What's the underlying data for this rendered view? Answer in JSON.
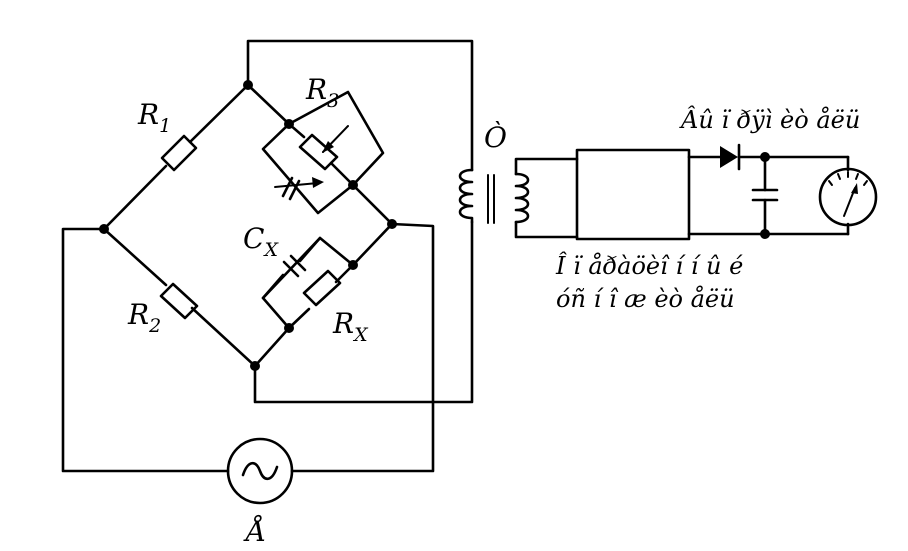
{
  "labels": {
    "r1_main": "R",
    "r1_sub": "1",
    "r2_main": "R",
    "r2_sub": "2",
    "r3_main": "R",
    "r3_sub": "3",
    "rx_main": "R",
    "rx_sub": "X",
    "cx_main": "C",
    "cx_sub": "X",
    "transformer": "Ò",
    "generator": "Å",
    "rectifier_meter": "Âû ï ðÿì èò åëü",
    "amplifier_line1": "Î ï åðàöèî í í û é",
    "amplifier_line2": "óñ í î æ èò åëü"
  }
}
